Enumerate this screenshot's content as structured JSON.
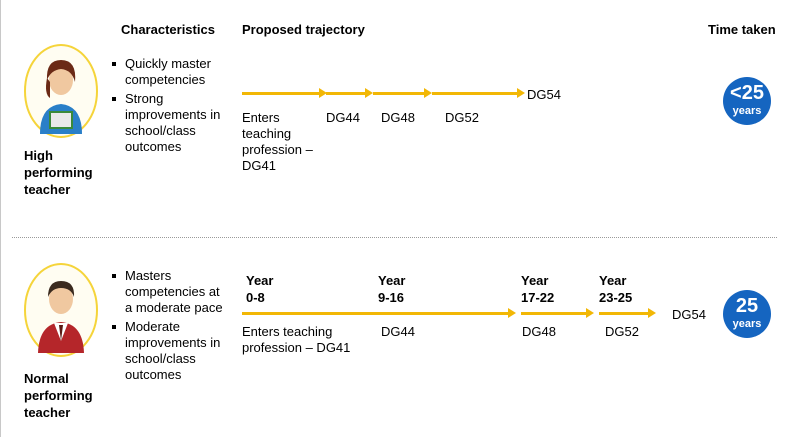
{
  "headers": {
    "characteristics": "Characteristics",
    "trajectory": "Proposed trajectory",
    "time": "Time taken"
  },
  "high": {
    "role": "High performing teacher",
    "role_lines": [
      "High",
      "performing",
      "teacher"
    ],
    "characteristics": [
      "Quickly master competencies",
      "Strong improvements in school/class outcomes"
    ],
    "start_label": "Enters teaching profession – DG41",
    "grades": [
      "DG44",
      "DG48",
      "DG52",
      "DG54"
    ],
    "badge_value": "<25",
    "badge_unit": "years"
  },
  "normal": {
    "role": "Normal performing teacher",
    "role_lines": [
      "Normal",
      "performing",
      "teacher"
    ],
    "characteristics": [
      "Masters competencies at a moderate pace",
      "Moderate improvements in school/class outcomes"
    ],
    "years": [
      {
        "label": "Year",
        "range": "0-8"
      },
      {
        "label": "Year",
        "range": "9-16"
      },
      {
        "label": "Year",
        "range": "17-22"
      },
      {
        "label": "Year",
        "range": "23-25"
      }
    ],
    "start_label": "Enters teaching profession – DG41",
    "grades": [
      "DG44",
      "DG48",
      "DG52",
      "DG54"
    ],
    "badge_value": "25",
    "badge_unit": "years"
  },
  "colors": {
    "arrow": "#f2b705",
    "badge": "#1565c0",
    "avatar_ring": "#f5d43a"
  }
}
